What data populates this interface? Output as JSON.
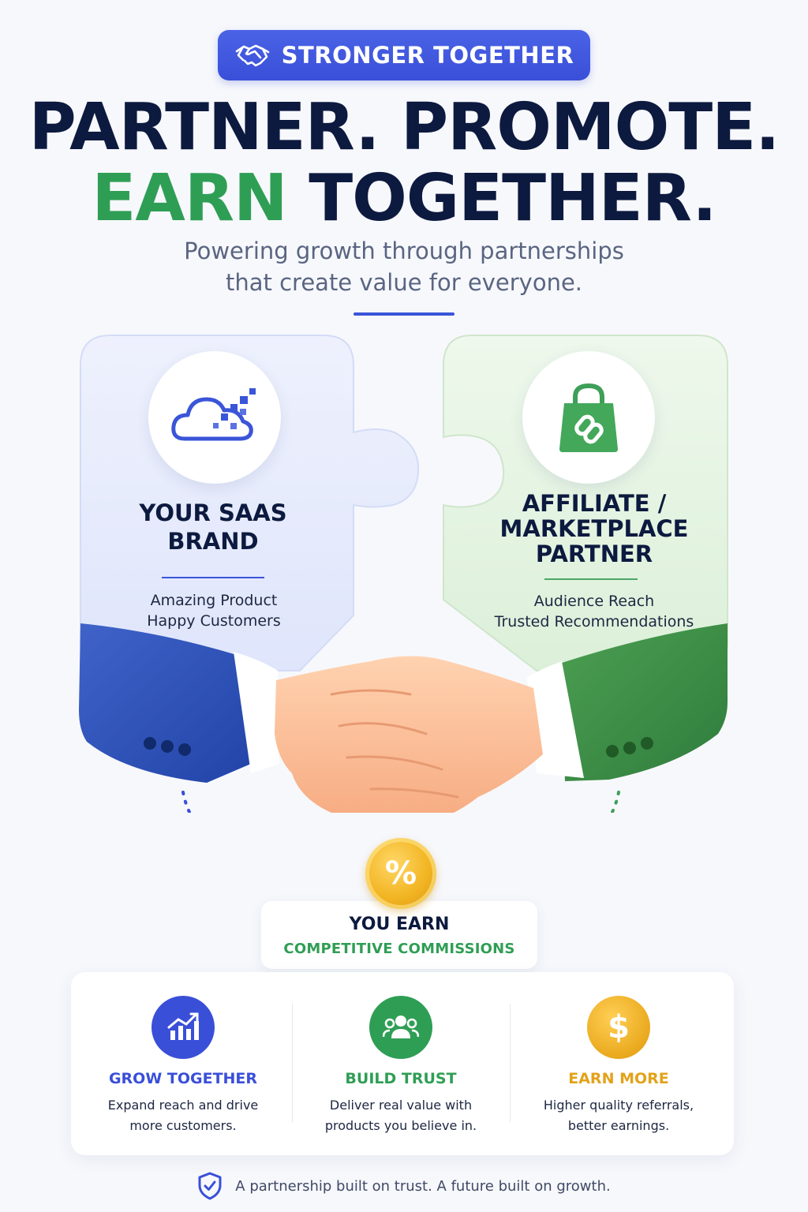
{
  "badge": {
    "label": "STRONGER TOGETHER",
    "icon": "handshake-icon"
  },
  "headline": {
    "line1": "PARTNER. PROMOTE.",
    "line2_accent": "EARN",
    "line2_rest": "TOGETHER."
  },
  "subtitle": {
    "line1": "Powering growth through partnerships",
    "line2": "that create value for everyone."
  },
  "left_panel": {
    "icon": "cloud-data-icon",
    "title_line1": "YOUR SAAS",
    "title_line2": "BRAND",
    "sub_line1": "Amazing Product",
    "sub_line2": "Happy Customers"
  },
  "right_panel": {
    "icon": "shopping-bag-link-icon",
    "title_line1": "AFFILIATE /",
    "title_line2": "MARKETPLACE",
    "title_line3": "PARTNER",
    "sub_line1": "Audience Reach",
    "sub_line2": "Trusted Recommendations"
  },
  "earn": {
    "coin_symbol": "%",
    "title": "YOU EARN",
    "subtitle": "COMPETITIVE COMMISSIONS"
  },
  "features": [
    {
      "icon": "growth-chart-icon",
      "title": "GROW TOGETHER",
      "line1": "Expand reach and drive",
      "line2": "more customers."
    },
    {
      "icon": "people-group-icon",
      "title": "BUILD TRUST",
      "line1": "Deliver real value with",
      "line2": "products you believe in."
    },
    {
      "icon": "dollar-icon",
      "title": "EARN MORE",
      "line1": "Higher quality referrals,",
      "line2": "better earnings.",
      "symbol": "$"
    }
  ],
  "footer": {
    "text": "A partnership built on trust. A future built on growth.",
    "icon": "shield-check-icon"
  },
  "colors": {
    "blue": "#3a4fd8",
    "green": "#2f9e55",
    "gold": "#eaa91e",
    "navy": "#0d1a3f"
  }
}
